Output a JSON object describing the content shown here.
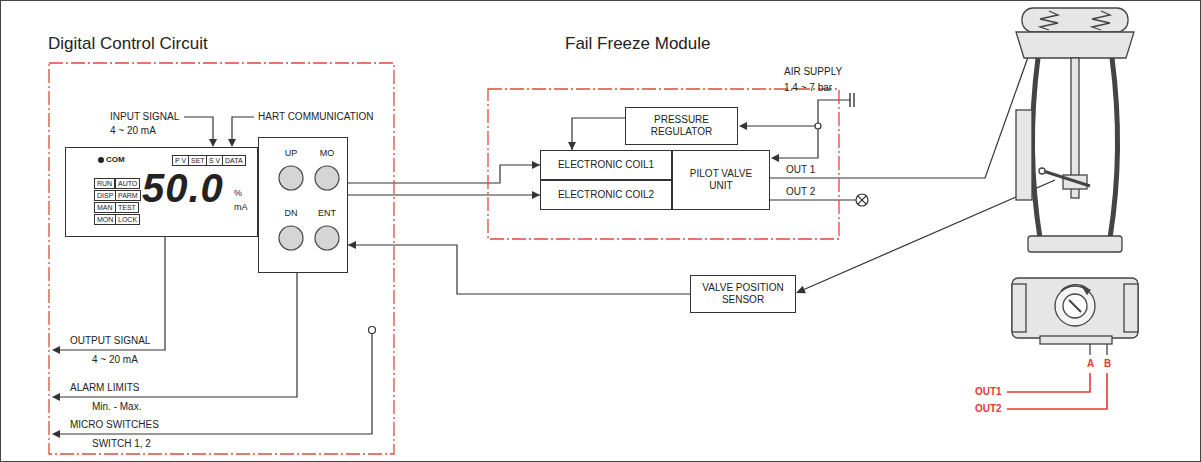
{
  "diagram": {
    "nodes": [
      {
        "text": [
          "Digital Control Circuit"
        ]
      },
      {
        "text": [
          "COM",
          "P V",
          "SET",
          "S V",
          "DATA",
          "RUN",
          "AUTO",
          "DISP",
          "PARM",
          "MAN",
          "TEST",
          "MON",
          "LOCK",
          "50.0",
          "%",
          "mA"
        ],
        "in": 0
      },
      {
        "text": [
          "UP",
          "MO",
          "DN",
          "ENT"
        ],
        "in": 0
      },
      {
        "text": [
          "Fail Freeze Module"
        ]
      },
      {
        "text": [
          "PRESSURE REGULATOR"
        ],
        "in": 3
      },
      {
        "text": [
          "ELECTRONIC COIL1"
        ],
        "in": 3
      },
      {
        "text": [
          "ELECTRONIC COIL2"
        ],
        "in": 3
      },
      {
        "text": [
          "PILOT VALVE UNIT"
        ],
        "in": 3
      },
      {
        "text": [
          "VALVE POSITION SENSOR"
        ]
      }
    ],
    "edges": [
      {
        "from": 2,
        "to": 5,
        "arrow": "to"
      },
      {
        "from": 2,
        "to": 6,
        "arrow": "to"
      },
      {
        "from": 4,
        "to": 5,
        "arrow": "to"
      },
      {
        "from": 8,
        "to": 2,
        "arrow": "to"
      }
    ],
    "labels": [
      "INPUT SIGNAL",
      "4 ~ 20 mA",
      "HART COMMUNICATION",
      "OUTPUT SIGNAL",
      "4 ~ 20 mA",
      "ALARM LIMITS",
      "Min. - Max.",
      "MICRO SWITCHES",
      "SWITCH 1, 2",
      "AIR SUPPLY",
      "1.4 ~ 7 bar",
      "OUT 1",
      "OUT 2",
      "A",
      "B",
      "OUT1",
      "OUT2"
    ]
  }
}
